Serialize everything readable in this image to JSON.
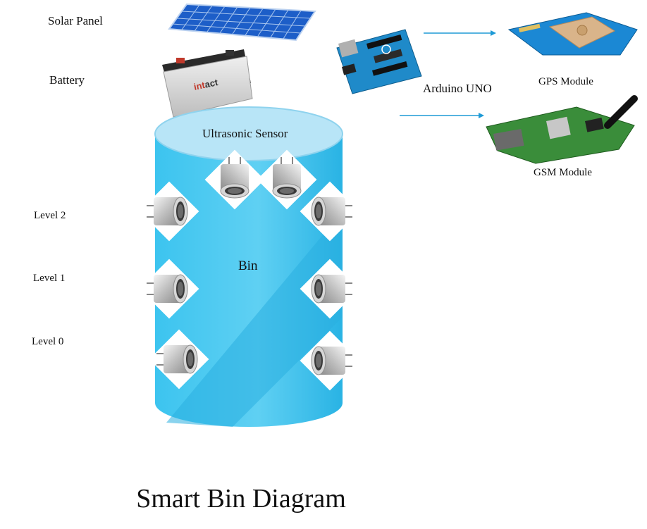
{
  "title": "Smart Bin Diagram",
  "labels": {
    "solar_panel": "Solar Panel",
    "battery": "Battery",
    "ultrasonic_sensor": "Ultrasonic Sensor",
    "bin": "Bin",
    "arduino": "Arduino UNO",
    "gps": "GPS Module",
    "gsm": "GSM Module",
    "levels": [
      "Level 2",
      "Level 1",
      "Level 0"
    ]
  },
  "component_text": {
    "battery_brand": "int",
    "battery_brand_accent": "act"
  },
  "colors": {
    "bin_body": "#2db9e8",
    "bin_top": "#b3e3f6",
    "solar_cell": "#2c6fd6",
    "arrow": "#1e9ad6",
    "pcb_blue": "#1b88d4",
    "gsm_board": "#3a8d3a",
    "battery_case": "#d9d9d9",
    "sensor_metal": "#c9c9c9"
  }
}
